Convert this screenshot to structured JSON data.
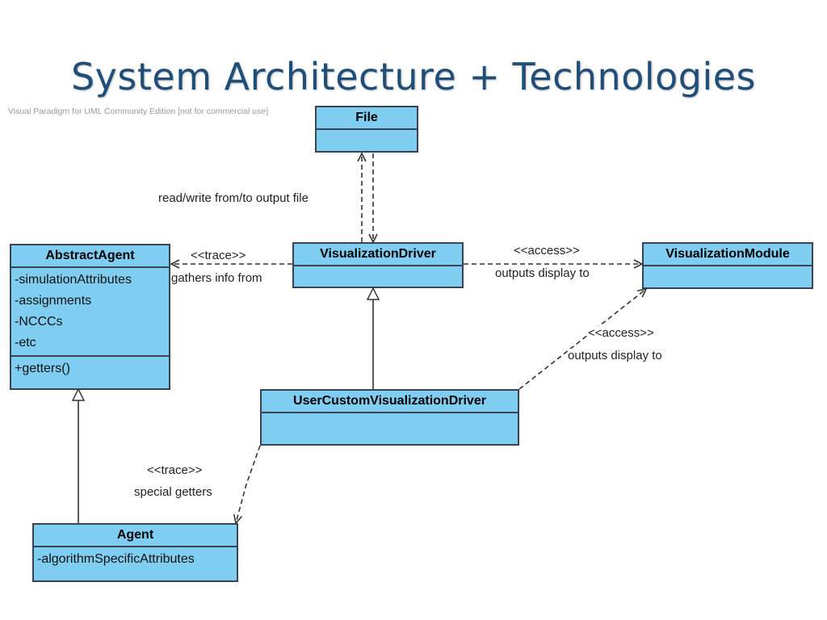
{
  "slide": {
    "title": "System Architecture + Technologies",
    "watermark": "Visual Paradigm for UML Community Edition [not for commercial use]"
  },
  "classes": {
    "file": {
      "name": "File"
    },
    "abstract_agent": {
      "name": "AbstractAgent",
      "attributes": [
        "-simulationAttributes",
        "-assignments",
        "-NCCCs",
        "-etc"
      ],
      "operations": [
        "+getters()"
      ]
    },
    "visualization_driver": {
      "name": "VisualizationDriver"
    },
    "visualization_module": {
      "name": "VisualizationModule"
    },
    "user_custom_driver": {
      "name": "UserCustomVisualizationDriver"
    },
    "agent": {
      "name": "Agent",
      "attributes": [
        "-algorithmSpecificAttributes"
      ]
    }
  },
  "relations": {
    "file_rw": "read/write from/to output file",
    "trace_stereo": "<<trace>>",
    "gathers_info": "gathers info from",
    "access_stereo": "<<access>>",
    "outputs_display": "outputs display to",
    "ucd_access_stereo": "<<access>>",
    "ucd_outputs_display": "outputs display to",
    "agent_trace_stereo": "<<trace>>",
    "special_getters": "special getters"
  }
}
